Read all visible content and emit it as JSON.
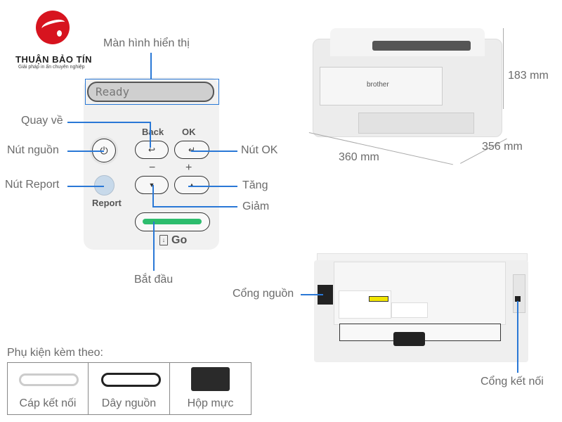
{
  "logo": {
    "name": "THUẬN BẢO TÍN",
    "tagline": "Giải pháp in ấn chuyên nghiệp",
    "color": "#d7141f"
  },
  "panel": {
    "display_label": "Màn hình hiển thị",
    "display_text": "Ready",
    "back_label": "Back",
    "ok_label": "OK",
    "minus_label": "−",
    "plus_label": "+",
    "report_label": "Report",
    "go_label": "Go"
  },
  "callouts": {
    "back": "Quay về",
    "power": "Nút nguồn",
    "report": "Nút Report",
    "ok": "Nút OK",
    "up": "Tăng",
    "down": "Giảm",
    "go": "Bắt đầu",
    "power_port": "Cổng nguồn",
    "connection_port": "Cổng kết nối"
  },
  "dimensions": {
    "height": "183 mm",
    "width": "360 mm",
    "depth": "356 mm"
  },
  "printer": {
    "brand": "brother"
  },
  "accessories": {
    "title": "Phụ kiện kèm theo:",
    "items": [
      {
        "label": "Cáp kết nối"
      },
      {
        "label": "Dây nguồn"
      },
      {
        "label": "Hộp mực"
      }
    ]
  },
  "colors": {
    "accent": "#2a78d6",
    "go_green": "#2dbd6e",
    "report_blue": "#c7d9ea"
  }
}
